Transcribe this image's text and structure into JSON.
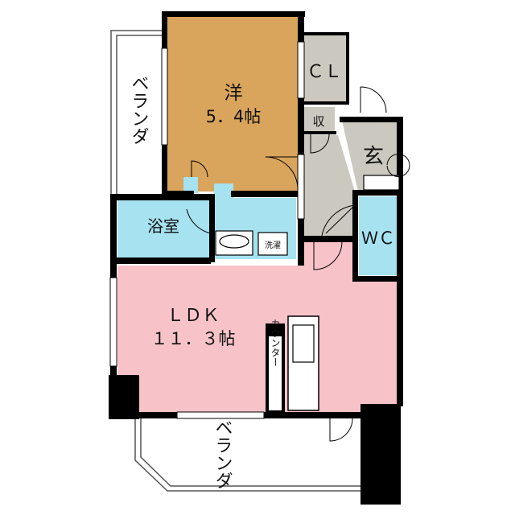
{
  "rooms": {
    "western_room": {
      "name": "洋",
      "size": "5．4帖"
    },
    "closet": {
      "name": "ＣＬ"
    },
    "storage": {
      "name": "収"
    },
    "entrance": {
      "name": "玄"
    },
    "bath": {
      "name": "浴室"
    },
    "washer": {
      "name": "洗濯"
    },
    "wc": {
      "name": "ＷＣ"
    },
    "ldk": {
      "name": "ＬＤＫ",
      "size": "１１．３帖"
    },
    "counter": {
      "name": "カウンター"
    }
  },
  "balconies": {
    "upper": {
      "name": "ベランダ"
    },
    "lower": {
      "name": "ベランダ"
    }
  },
  "colors": {
    "western_room": "#d9a45b",
    "ldk": "#f7c3c9",
    "wet_area": "#a6e2f0",
    "hall": "#cbc8bf",
    "wall": "#000000"
  }
}
